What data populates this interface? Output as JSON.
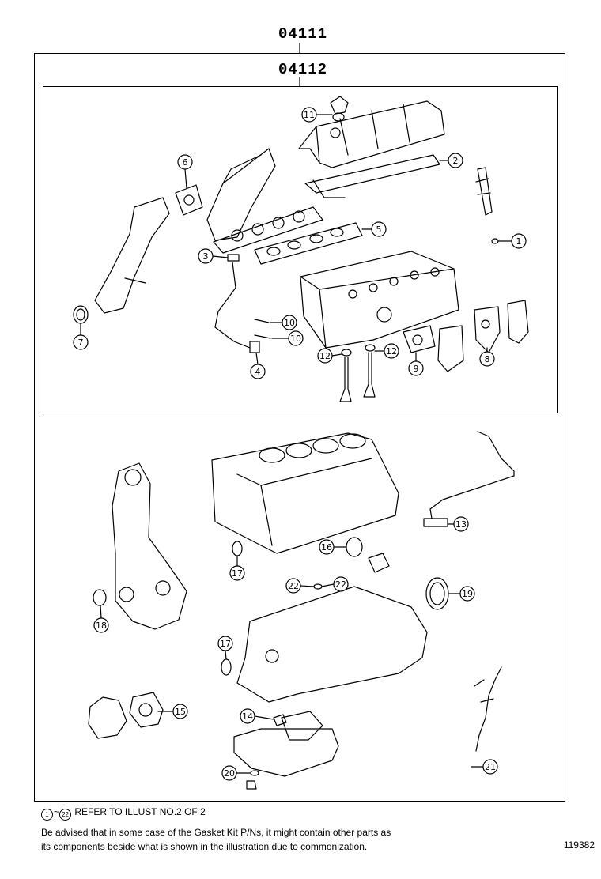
{
  "diagram": {
    "kit_code_outer": "04111",
    "kit_code_inner": "04112",
    "callouts": [
      "11",
      "2",
      "6",
      "1",
      "5",
      "3",
      "10",
      "10",
      "7",
      "4",
      "12",
      "12",
      "9",
      "8",
      "13",
      "16",
      "17",
      "18",
      "22",
      "22",
      "19",
      "17",
      "15",
      "14",
      "20",
      "21"
    ]
  },
  "footer": {
    "refer_from": "1",
    "refer_to": "22",
    "refer_sep": "~",
    "refer_text": "REFER TO ILLUST NO.2 OF 2",
    "advisory_line1": "Be advised that in some case of the Gasket Kit P/Ns,  it might contain other parts as",
    "advisory_line2": "its components beside what is shown in the illustration due to commonization.",
    "illustration_number": "119382"
  }
}
